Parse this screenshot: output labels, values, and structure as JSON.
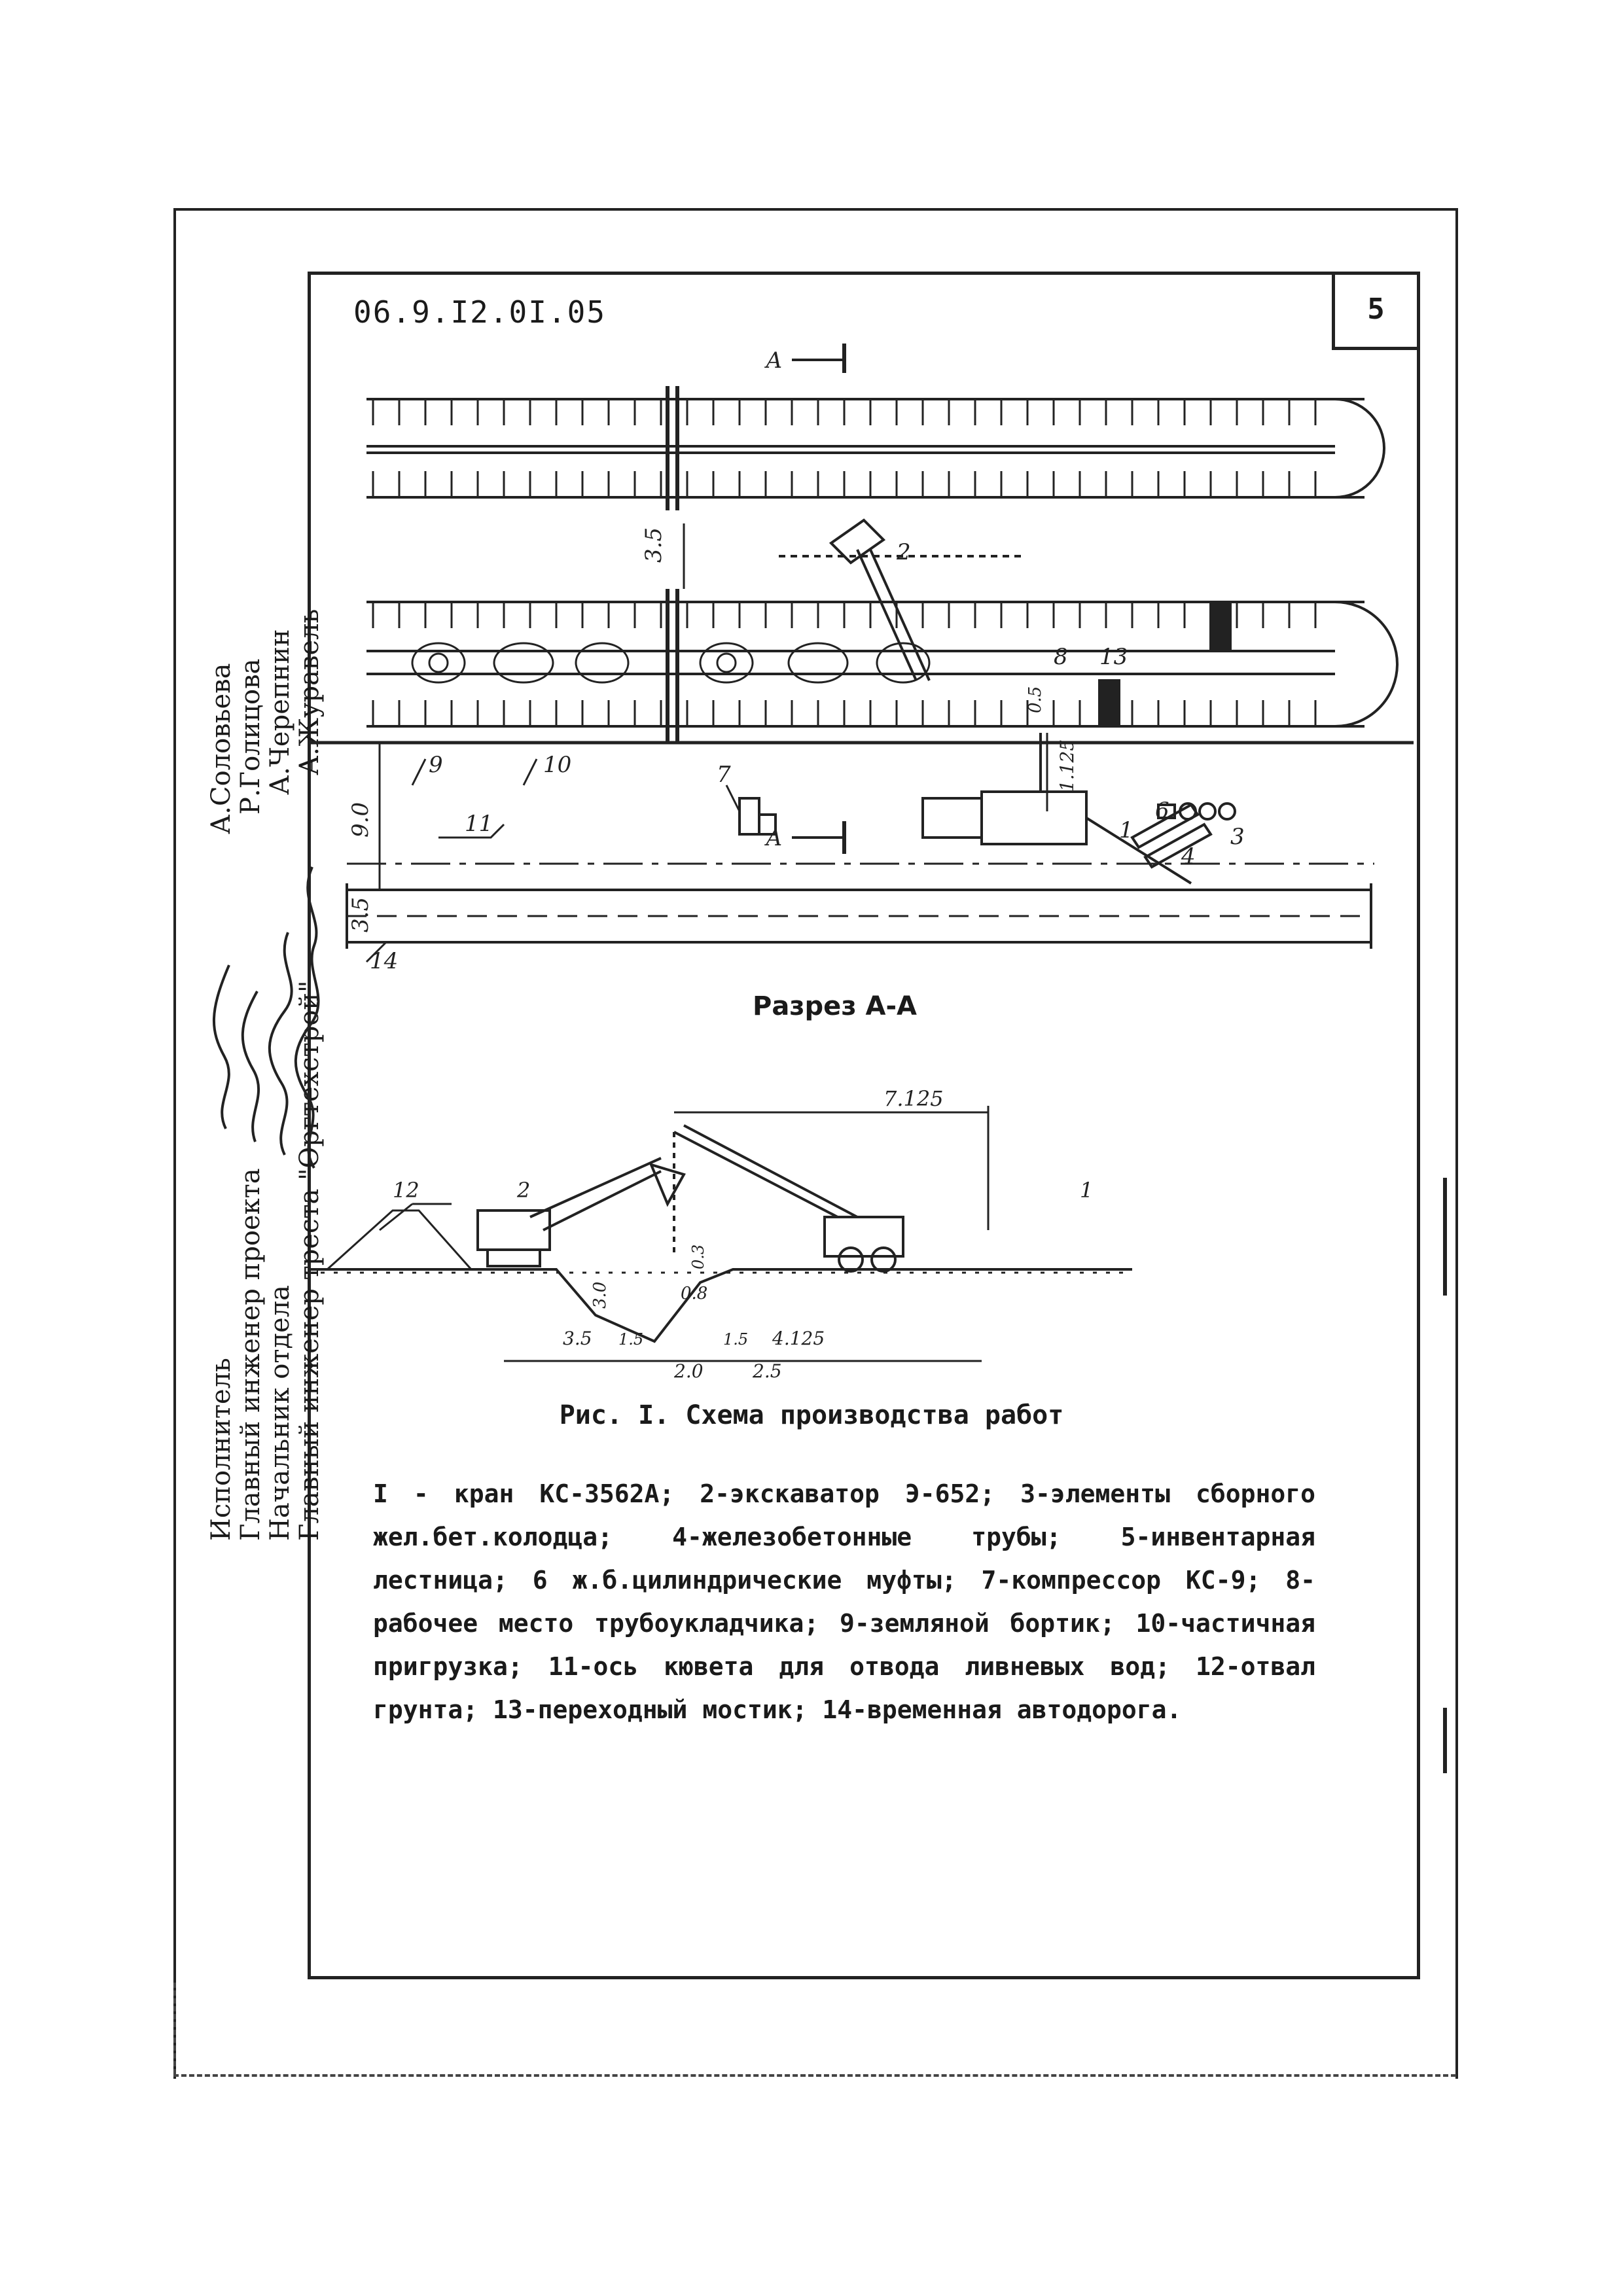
{
  "document": {
    "code": "06.9.I2.0I.05",
    "sheet_number": "5"
  },
  "signatures": {
    "titles": [
      "Главный инженер треста \"Оргтехстрой\"",
      "Начальник отдела",
      "Главный инженер проекта",
      "Исполнитель"
    ],
    "names": [
      "А.Журавель",
      "А.Черепнин",
      "Р.Голицова",
      "А.Соловьева"
    ]
  },
  "plan": {
    "section_mark": "А",
    "labels": {
      "dim_35a": "3.5",
      "dim_90": "9.0",
      "dim_35b": "3.5",
      "dim_05": "0.5",
      "dim_1125": "1.125",
      "n1": "1",
      "n2": "2",
      "n3": "3",
      "n4": "4",
      "n6": "6",
      "n7": "7",
      "n8": "8",
      "n9": "9",
      "n10": "10",
      "n11": "11",
      "n13": "13",
      "n14": "14"
    }
  },
  "section": {
    "title": "Разрез А-А",
    "labels": {
      "dim_7125": "7.125",
      "n12": "12",
      "n2": "2",
      "n1": "1",
      "dim_30": "3.0",
      "dim_08": "0.8",
      "dim_03": "0.3",
      "dim_35": "3.5",
      "dim_15a": "1.5",
      "dim_15b": "1.5",
      "dim_4125": "4.125",
      "dim_20": "2.0",
      "dim_25": "2.5"
    }
  },
  "caption": "Рис. I. Схема производства работ",
  "legend": "I - кран КС-3562А; 2-экскаватор Э-652; 3-элементы сборного жел.бет.колодца; 4-железобетонные трубы; 5-инвентарная лестница; 6 ж.б.цилиндрические муфты; 7-компрессор КС-9; 8-рабочее место трубоукладчика; 9-земляной бортик; 10-частичная пригрузка; 11-ось кювета для отвода ливневых вод; 12-отвал грунта; 13-переходный мостик; 14-временная автодорога."
}
